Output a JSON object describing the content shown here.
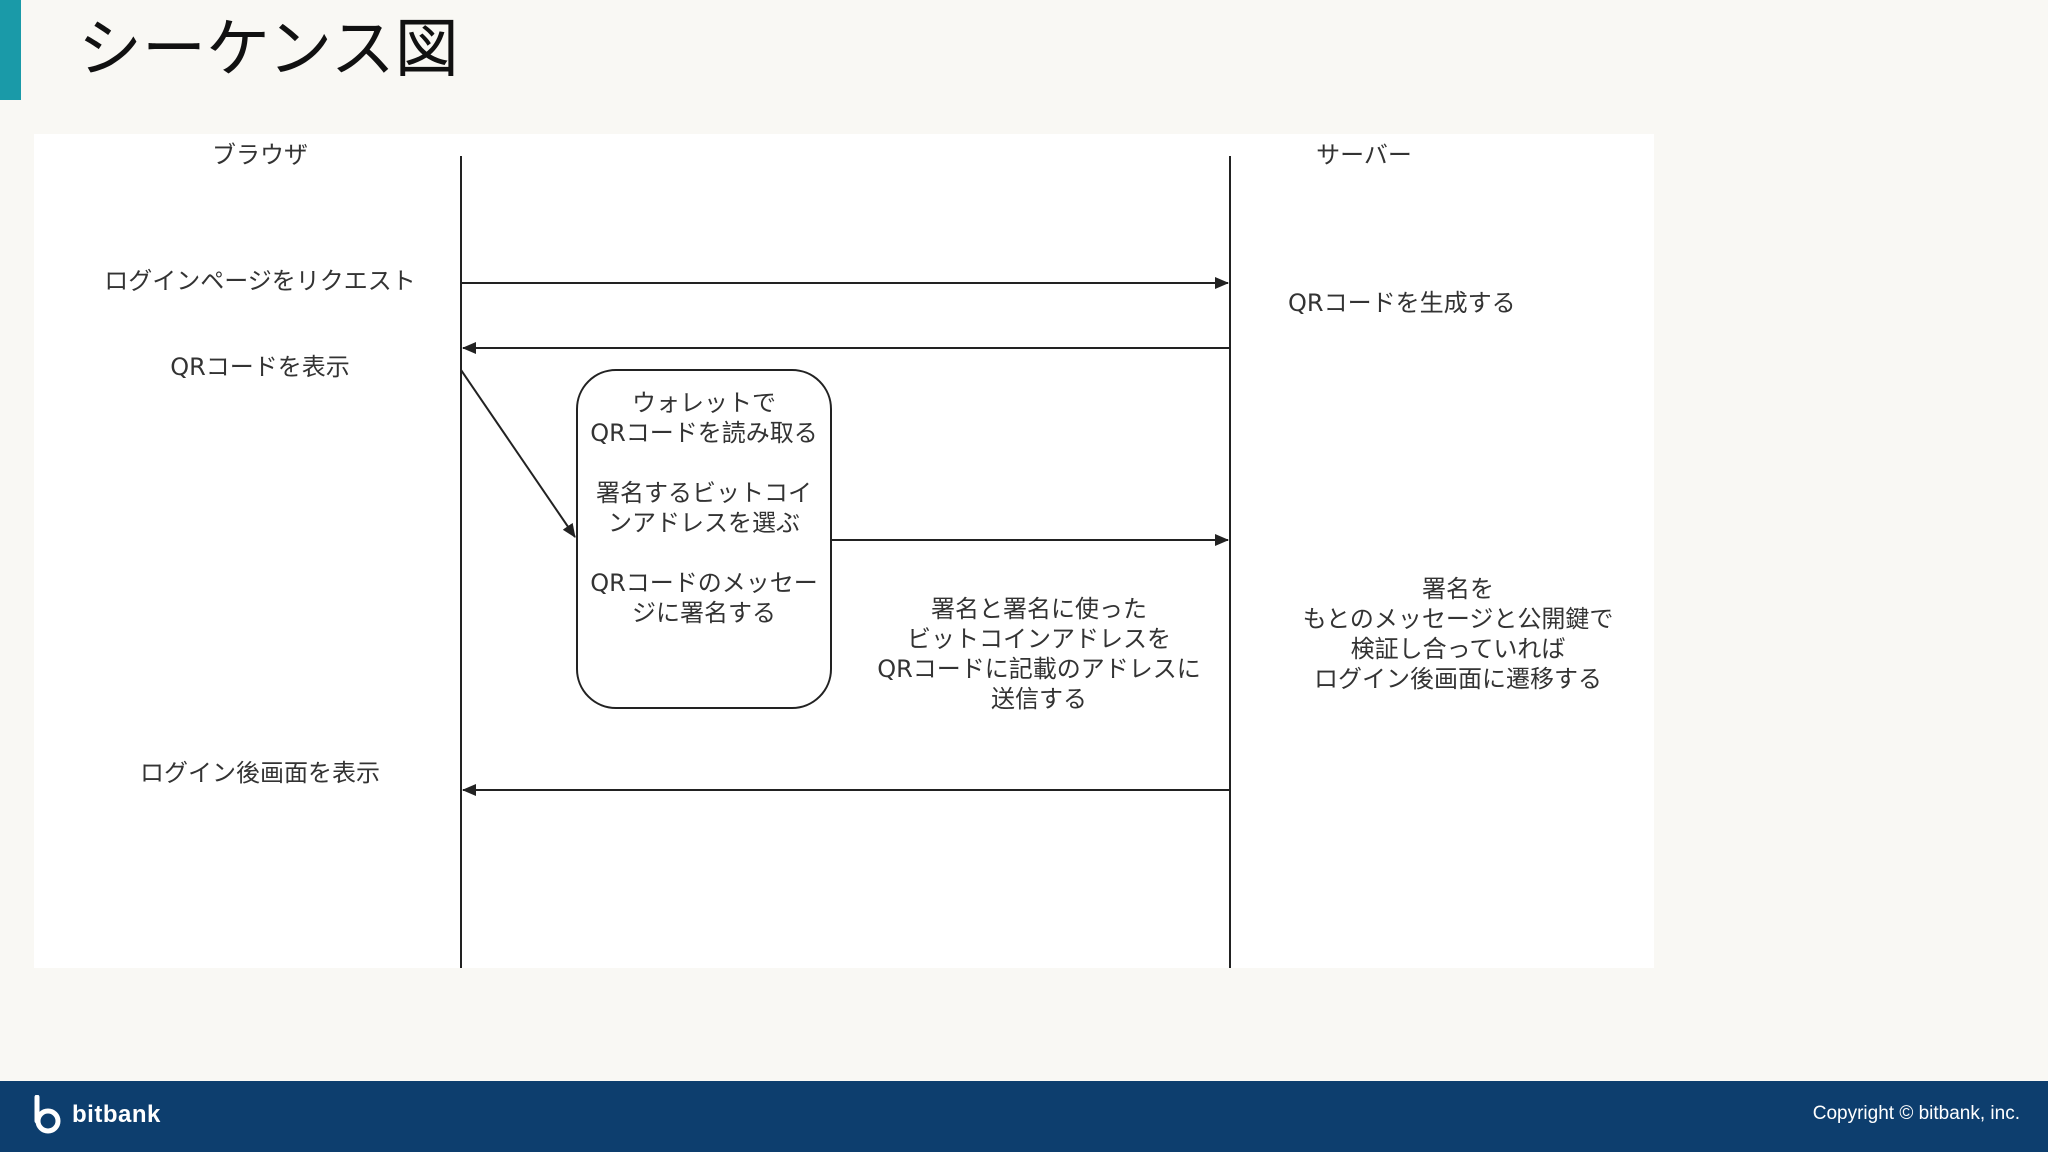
{
  "slide": {
    "title": "シーケンス図",
    "accent_color": "#1a9aa8"
  },
  "diagram": {
    "browser_label": "ブラウザ",
    "server_label": "サーバー",
    "request_login": "ログインページをリクエスト",
    "generate_qr": "QRコードを生成する",
    "show_qr": "QRコードを表示",
    "wallet_box": {
      "line1": "ウォレットで\nQRコードを読み取る",
      "line2": "署名するビットコイ\nンアドレスを選ぶ",
      "line3": "QRコードのメッセー\nジに署名する"
    },
    "send_signature": "署名と署名に使った\nビットコインアドレスを\nQRコードに記載のアドレスに\n送信する",
    "verify": "署名を\nもとのメッセージと公開鍵で\n検証し合っていれば\nログイン後画面に遷移する",
    "show_after_login": "ログイン後画面を表示"
  },
  "footer": {
    "brand": "bitbank",
    "copyright": "Copyright ©  bitbank, inc.",
    "background_color": "#0d3e6e"
  }
}
